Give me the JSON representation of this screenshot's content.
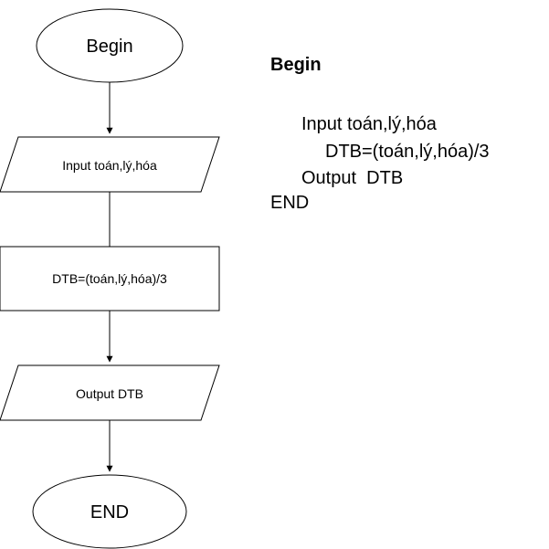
{
  "flowchart": {
    "begin": "Begin",
    "input": "Input toán,lý,hóa",
    "process": "DTB=(toán,lý,hóa)/3",
    "output": "Output DTB",
    "end": "END"
  },
  "pseudocode": {
    "heading": "Begin",
    "lines": [
      "Input toán,lý,hóa",
      "DTB=(toán,lý,hóa)/3",
      "Output  DTB",
      "END"
    ]
  }
}
